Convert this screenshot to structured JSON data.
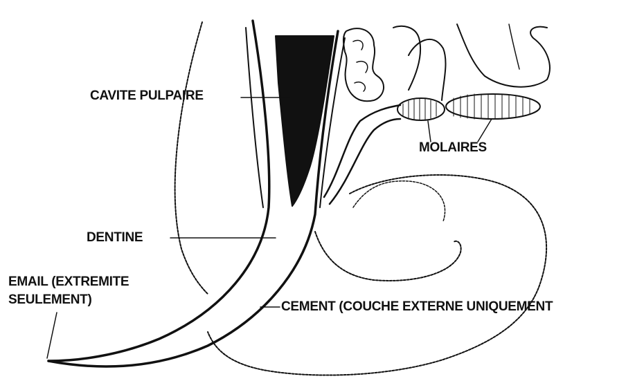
{
  "diagram": {
    "labels": {
      "pulp_cavity": "CAVITE PULPAIRE",
      "molars": "MOLAIRES",
      "dentine": "DENTINE",
      "enamel_line1": "EMAIL (EXTREMITE",
      "enamel_line2": "SEULEMENT)",
      "cement": "CEMENT (COUCHE EXTERNE UNIQUEMENT"
    },
    "colors": {
      "ink": "#111111",
      "background": "#ffffff"
    }
  }
}
